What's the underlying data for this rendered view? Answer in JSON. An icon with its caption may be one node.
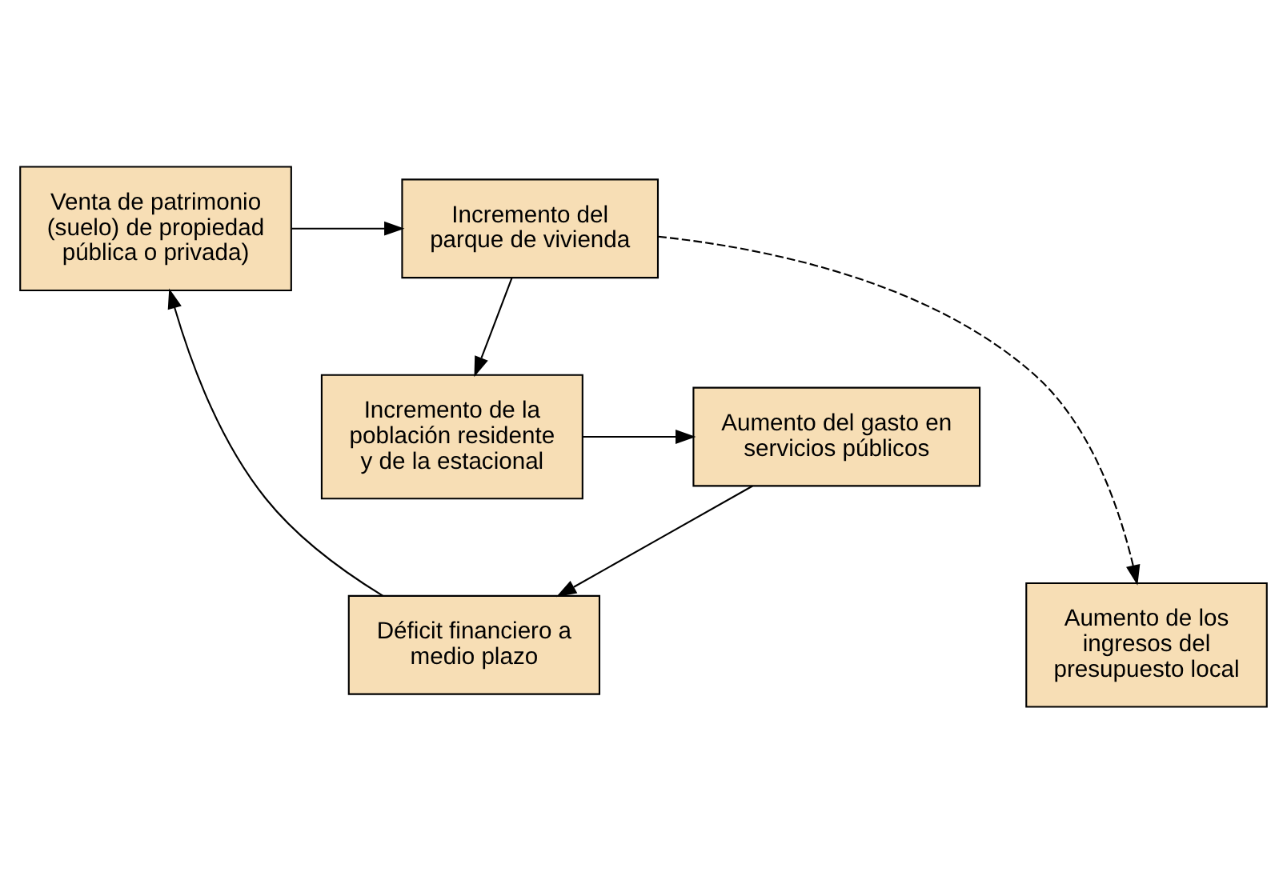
{
  "diagram": {
    "nodes": [
      {
        "text": [
          "Venta de patrimonio (suelo) de propiedad pública o privada)"
        ]
      },
      {
        "text": [
          "Incremento del parque de vivienda"
        ]
      },
      {
        "text": [
          "Déficit financiero a medio plazo"
        ]
      },
      {
        "text": [
          "Aumento de los ingresos del presupuesto local"
        ]
      },
      {
        "text": [
          "Aumento del gasto en servicios públicos"
        ]
      },
      {
        "text": [
          "Incremento de la población residente y de la estacional"
        ]
      }
    ],
    "edges": [
      {
        "from": 0,
        "to": 1,
        "arrow": "to"
      },
      {
        "from": 1,
        "to": 3,
        "arrow": "to",
        "style": "dashed"
      },
      {
        "from": 1,
        "to": 5,
        "arrow": "to"
      },
      {
        "from": 5,
        "to": 4,
        "arrow": "to"
      },
      {
        "from": 4,
        "to": 2,
        "arrow": "to"
      },
      {
        "from": 2,
        "to": 0,
        "arrow": "to"
      }
    ]
  }
}
